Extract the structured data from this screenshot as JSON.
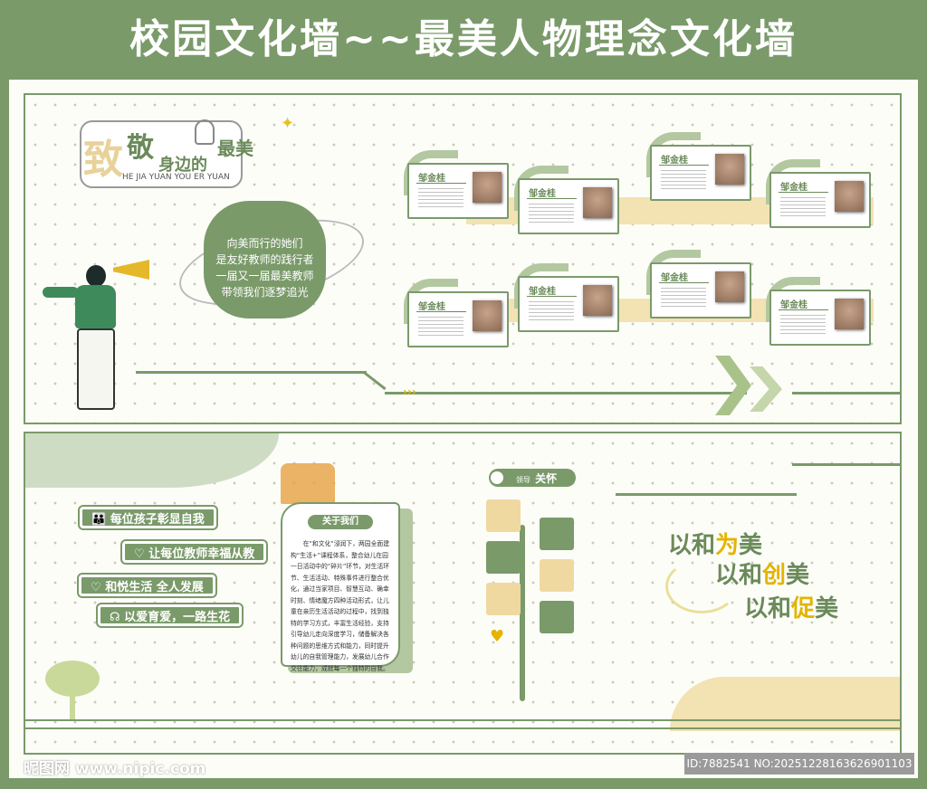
{
  "title": "校园文化墙~~最美人物理念文化墙",
  "header": {
    "char_big": "致",
    "char_mid": "敬",
    "line": "身边的",
    "best": "最美",
    "pinyin": "HE JIA YUAN YOU ER YUAN"
  },
  "bubble_lines": [
    "向美而行的她们",
    "是友好教师的践行者",
    "一届又一届最美教师",
    "带领我们逐梦追光"
  ],
  "cards": [
    {
      "name": "邹金桂"
    },
    {
      "name": "邹金桂"
    },
    {
      "name": "邹金桂"
    },
    {
      "name": "邹金桂"
    },
    {
      "name": "邹金桂"
    },
    {
      "name": "邹金桂"
    },
    {
      "name": "邹金桂"
    },
    {
      "name": "邹金桂"
    }
  ],
  "tags": [
    {
      "icon": "people-icon",
      "label": "每位孩子彰显自我"
    },
    {
      "icon": "heart-icon",
      "label": "让每位教师幸福从教"
    },
    {
      "icon": "heart-hand-icon",
      "label": "和悦生活 全人发展"
    },
    {
      "icon": "headset-icon",
      "label": "以爱育爱，一路生花"
    }
  ],
  "about": {
    "heading": "关于我们",
    "body": "在“和文化”浸润下，两园全面建构“生活+”课程体系，整合幼儿在园一日活动中的“碎片”环节，对生活环节、生活活动、特殊事件进行整合优化，通过当家项目、智慧互动、确幸时刻、情绪魔方四种活动形式，让儿童在亲历生活活动的过程中，找到独特的学习方式，丰富生活经验，支持引导幼儿走向深度学习，储备解决各种问题的思维方式和能力，同时提升幼儿的自我管理能力，发展幼儿合作交往能力，成就每一个独特的自我。"
  },
  "leader": {
    "small": "领导",
    "big": "关怀"
  },
  "mottos": [
    {
      "a": "以和",
      "b": "为",
      "c": "美"
    },
    {
      "a": "以和",
      "b": "创",
      "c": "美"
    },
    {
      "a": "以和",
      "b": "促",
      "c": "美"
    }
  ],
  "watermark": {
    "logo": "昵图网 www.nipic.com",
    "id": "ID:7882541 NO:20251228163626901103"
  },
  "colors": {
    "green": "#7a9a6a",
    "yellow": "#f0d9a0",
    "accent": "#e3b400"
  }
}
